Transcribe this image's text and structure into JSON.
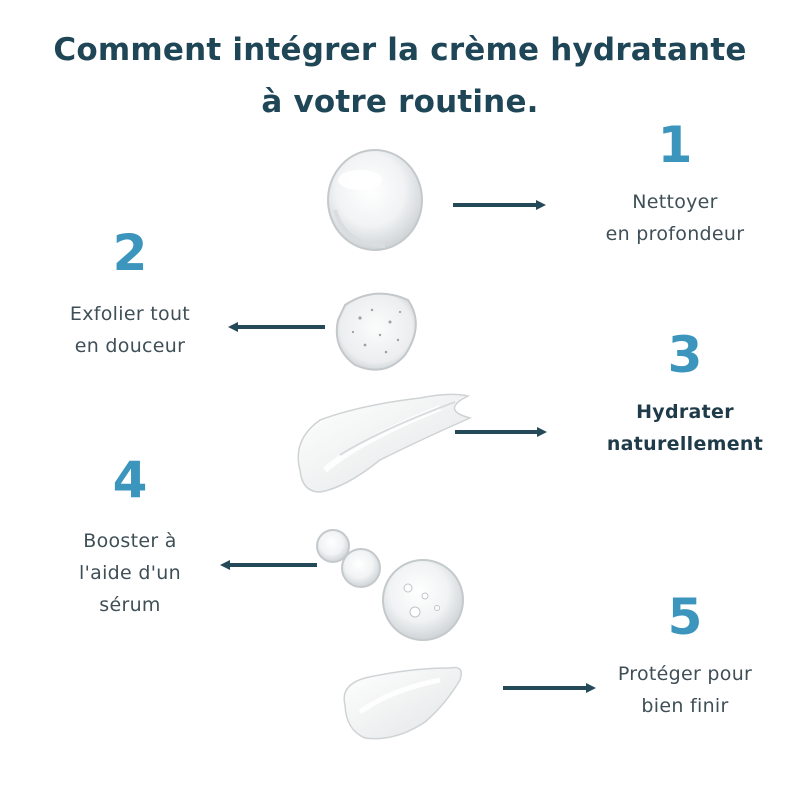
{
  "title": {
    "line1": "Comment intégrer la crème hydratante",
    "line2": "à votre routine."
  },
  "steps": [
    {
      "number": "1",
      "label_line1": "Nettoyer",
      "label_line2": "en profondeur",
      "direction": "right"
    },
    {
      "number": "2",
      "label_line1": "Exfolier tout",
      "label_line2": "en douceur",
      "direction": "left"
    },
    {
      "number": "3",
      "label_line1": "Hydrater",
      "label_line2": "naturellement",
      "direction": "right"
    },
    {
      "number": "4",
      "label_line1": "Booster à",
      "label_line2": "l'aide d'un",
      "label_line3": "sérum",
      "direction": "left"
    },
    {
      "number": "5",
      "label_line1": "Protéger pour",
      "label_line2": "bien finir",
      "direction": "right"
    }
  ],
  "colors": {
    "title": "#1f4657",
    "number": "#3b95bd",
    "arrow": "#244a5a",
    "text": "#3f4f57"
  }
}
